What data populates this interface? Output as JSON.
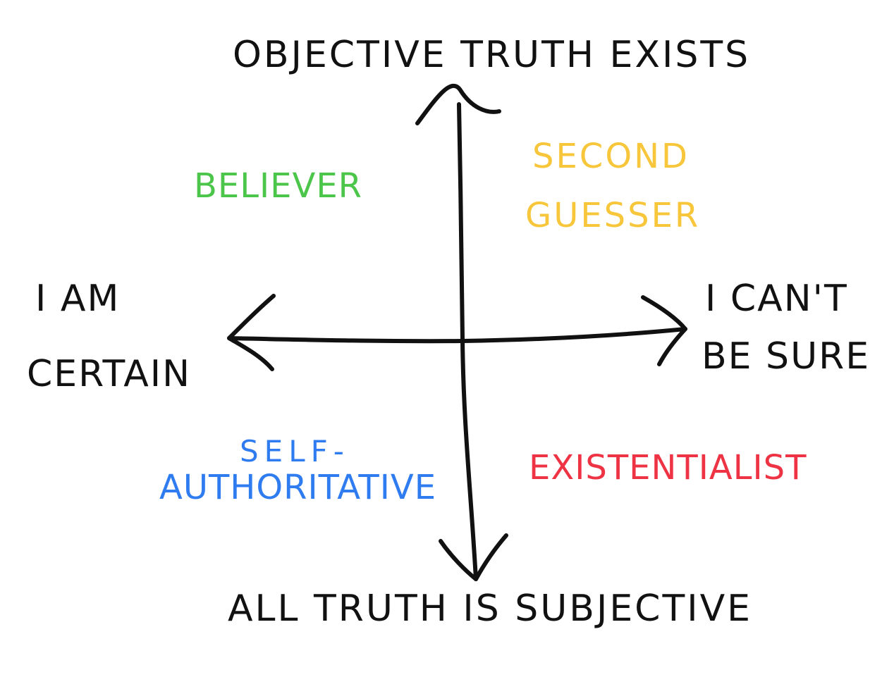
{
  "axes": {
    "top": "OBJECTIVE TRUTH EXISTS",
    "bottom": "ALL TRUTH IS SUBJECTIVE",
    "left": [
      "I AM",
      "CERTAIN"
    ],
    "right": [
      "I CAN'T",
      "BE SURE"
    ]
  },
  "quadrants": {
    "top_left": {
      "label": "BELIEVER",
      "color": "#4cc64a"
    },
    "top_right": {
      "label": [
        "SECOND",
        "GUESSER"
      ],
      "color": "#f7c63b"
    },
    "bottom_left": {
      "label": [
        "SELF-",
        "AUTHORITATIVE"
      ],
      "color": "#2f7cf0"
    },
    "bottom_right": {
      "label": "EXISTENTIALIST",
      "color": "#ee3344"
    }
  },
  "colors": {
    "ink": "#111111",
    "background": "#ffffff"
  }
}
